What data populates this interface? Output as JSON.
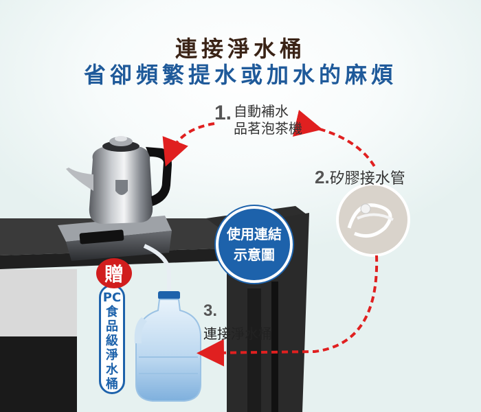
{
  "headline": {
    "line1": "連接淨水桶",
    "line2": "省卻頻繁提水或加水的麻煩"
  },
  "steps": [
    {
      "number": "1.",
      "label_line1": "自動補水",
      "label_line2": "品茗泡茶機"
    },
    {
      "number": "2.",
      "label": "矽膠接水管"
    },
    {
      "number": "3.",
      "label": "連接淨水桶"
    }
  ],
  "usage_bubble": {
    "line1": "使用連結",
    "line2": "示意圖"
  },
  "gift_badge": "贈",
  "gift_tag_chars": [
    "PC",
    "食",
    "品",
    "級",
    "淨",
    "水",
    "桶"
  ],
  "colors": {
    "title_brown": "#3a2316",
    "title_blue": "#1f5a9a",
    "arrow_red": "#e02020",
    "bubble_blue": "#1d62ab",
    "gift_red": "#d11d1d"
  },
  "icons": [
    "kettle-image",
    "water-jug-image",
    "silicone-tube-image",
    "red-dashed-arrow"
  ]
}
